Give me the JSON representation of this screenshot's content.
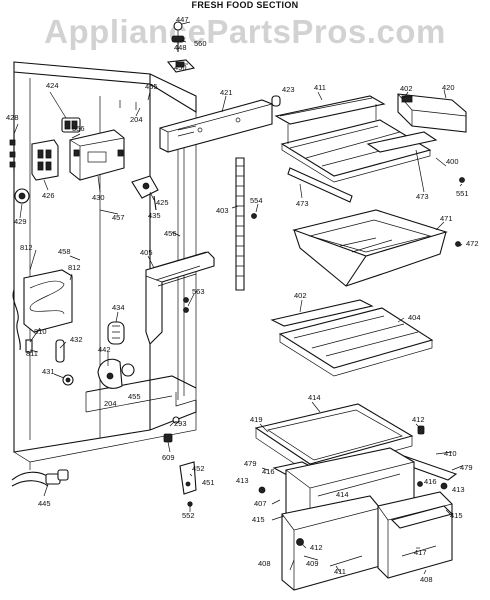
{
  "header": {
    "title": "FRESH FOOD SECTION",
    "watermark": "AppliancePartsPros.com"
  },
  "part_labels": [
    {
      "id": "p447",
      "text": "447"
    },
    {
      "id": "p448",
      "text": "448"
    },
    {
      "id": "p560",
      "text": "560"
    },
    {
      "id": "p450",
      "text": "450"
    },
    {
      "id": "p424",
      "text": "424"
    },
    {
      "id": "p455a",
      "text": "455"
    },
    {
      "id": "p204a",
      "text": "204"
    },
    {
      "id": "p421",
      "text": "421"
    },
    {
      "id": "p423",
      "text": "423"
    },
    {
      "id": "p411a",
      "text": "411"
    },
    {
      "id": "p402a",
      "text": "402"
    },
    {
      "id": "p420",
      "text": "420"
    },
    {
      "id": "p428",
      "text": "428"
    },
    {
      "id": "p556",
      "text": "556"
    },
    {
      "id": "p426",
      "text": "426"
    },
    {
      "id": "p430",
      "text": "430"
    },
    {
      "id": "p425",
      "text": "425"
    },
    {
      "id": "p435",
      "text": "435"
    },
    {
      "id": "p429",
      "text": "429"
    },
    {
      "id": "p457",
      "text": "457"
    },
    {
      "id": "p403",
      "text": "403"
    },
    {
      "id": "p554",
      "text": "554"
    },
    {
      "id": "p473a",
      "text": "473"
    },
    {
      "id": "p473b",
      "text": "473"
    },
    {
      "id": "p400",
      "text": "400"
    },
    {
      "id": "p551",
      "text": "551"
    },
    {
      "id": "p471",
      "text": "471"
    },
    {
      "id": "p472",
      "text": "472"
    },
    {
      "id": "p456",
      "text": "456"
    },
    {
      "id": "p812a",
      "text": "812"
    },
    {
      "id": "p458",
      "text": "458"
    },
    {
      "id": "p812b",
      "text": "812"
    },
    {
      "id": "p405",
      "text": "405"
    },
    {
      "id": "p563",
      "text": "563"
    },
    {
      "id": "p402b",
      "text": "402"
    },
    {
      "id": "p404",
      "text": "404"
    },
    {
      "id": "p434",
      "text": "434"
    },
    {
      "id": "p810",
      "text": "810"
    },
    {
      "id": "p432",
      "text": "432"
    },
    {
      "id": "p811",
      "text": "811"
    },
    {
      "id": "p442",
      "text": "442"
    },
    {
      "id": "p431",
      "text": "431"
    },
    {
      "id": "p204b",
      "text": "204"
    },
    {
      "id": "p455b",
      "text": "455"
    },
    {
      "id": "p414a",
      "text": "414"
    },
    {
      "id": "p419",
      "text": "419"
    },
    {
      "id": "p412a",
      "text": "412"
    },
    {
      "id": "p293",
      "text": "293"
    },
    {
      "id": "p609",
      "text": "609"
    },
    {
      "id": "p410",
      "text": "410"
    },
    {
      "id": "p416a",
      "text": "416"
    },
    {
      "id": "p479a",
      "text": "479"
    },
    {
      "id": "p479b",
      "text": "479"
    },
    {
      "id": "p452",
      "text": "452"
    },
    {
      "id": "p451",
      "text": "451"
    },
    {
      "id": "p413a",
      "text": "413"
    },
    {
      "id": "p416b",
      "text": "416"
    },
    {
      "id": "p413b",
      "text": "413"
    },
    {
      "id": "p414b",
      "text": "414"
    },
    {
      "id": "p445",
      "text": "445"
    },
    {
      "id": "p552",
      "text": "552"
    },
    {
      "id": "p407",
      "text": "407"
    },
    {
      "id": "p415a",
      "text": "415"
    },
    {
      "id": "p415b",
      "text": "415"
    },
    {
      "id": "p412b",
      "text": "412"
    },
    {
      "id": "p408a",
      "text": "408"
    },
    {
      "id": "p409",
      "text": "409"
    },
    {
      "id": "p411b",
      "text": "411"
    },
    {
      "id": "p417",
      "text": "417"
    },
    {
      "id": "p408b",
      "text": "408"
    }
  ]
}
